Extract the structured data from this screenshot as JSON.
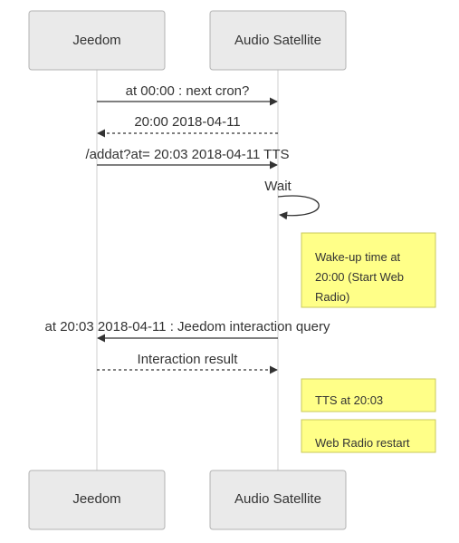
{
  "actors": {
    "left": "Jeedom",
    "right": "Audio Satellite"
  },
  "messages": [
    {
      "text": "at 00:00 : next cron?",
      "from": "left",
      "to": "right",
      "style": "solid"
    },
    {
      "text": "20:00 2018-04-11",
      "from": "right",
      "to": "left",
      "style": "dotted"
    },
    {
      "text": "/addat?at= 20:03 2018-04-11 TTS",
      "from": "left",
      "to": "right",
      "style": "solid"
    },
    {
      "text": "Wait",
      "from": "right",
      "to": "right",
      "style": "solid"
    },
    {
      "text": "at 20:03 2018-04-11 : Jeedom interaction query",
      "from": "right",
      "to": "left",
      "style": "solid"
    },
    {
      "text": "Interaction result",
      "from": "left",
      "to": "right",
      "style": "dotted"
    }
  ],
  "notes": [
    {
      "lines": [
        "Wake-up time at",
        "20:00 (Start Web",
        "Radio)"
      ]
    },
    {
      "lines": [
        "TTS at 20:03"
      ]
    },
    {
      "lines": [
        "Web Radio restart"
      ]
    }
  ],
  "colors": {
    "actor_fill": "#eaeaea",
    "note_fill": "#ffff88",
    "line": "#333333"
  }
}
